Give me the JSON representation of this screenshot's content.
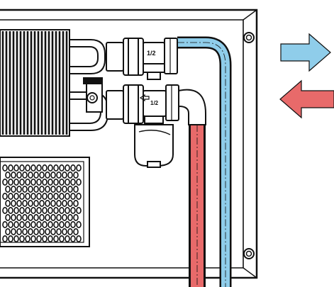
{
  "labels": {
    "upper_valve_size": "1/2",
    "lower_valve_size": "1/2"
  },
  "colors": {
    "outline": "#111111",
    "supply": "#e86a6a",
    "return": "#8fcdea",
    "background": "#ffffff"
  },
  "arrows": [
    {
      "name": "return-flow-arrow",
      "direction": "right",
      "color": "#8fcdea"
    },
    {
      "name": "supply-flow-arrow",
      "direction": "left",
      "color": "#e86a6a"
    }
  ]
}
